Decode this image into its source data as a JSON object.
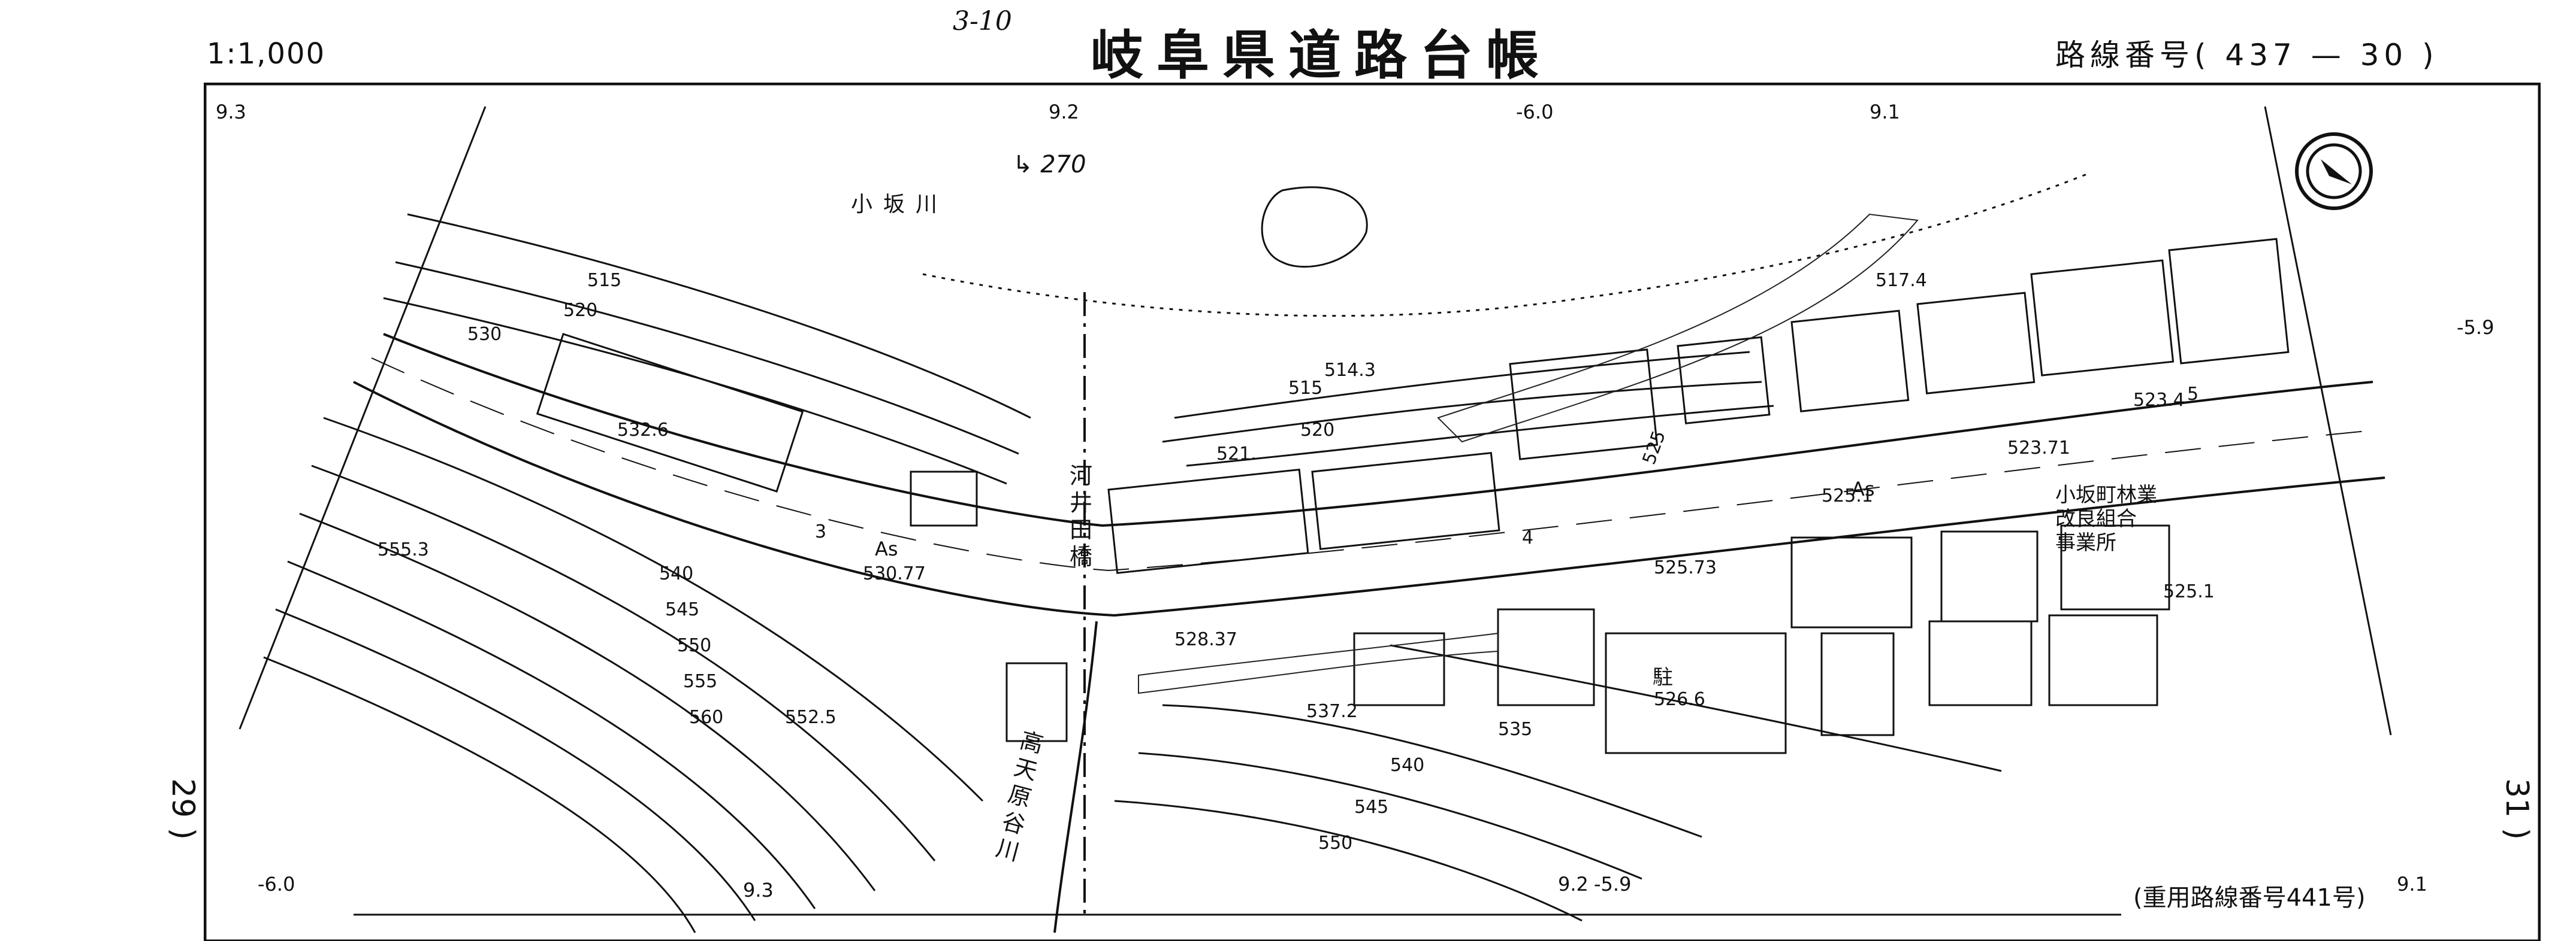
{
  "header": {
    "scale": "1:1,000",
    "handwritten_date": "3-10",
    "title": "岐阜県道路台帳",
    "route_number": "路線番号( 437 — 30 )"
  },
  "edges": {
    "prev_sheet": "29 )",
    "next_sheet": "31 )",
    "footnote": "(重用路線番号441号)"
  },
  "map": {
    "river_label": "小坂川",
    "handwritten_note": "↳ 270",
    "bridge_label": "河井田橋",
    "stream_label": "高天原谷川",
    "office_label": [
      "小坂町林業",
      "改良組合",
      "事業所"
    ],
    "parking_symbol": "駐",
    "road_surface": "As",
    "spot_heights": [
      "532.6",
      "530.77",
      "555.3",
      "552.5",
      "514.3",
      "521.",
      "528.37",
      "537.2",
      "525.1",
      "525.73",
      "526.6",
      "523.71",
      "523.4",
      "517.4",
      "525.1"
    ],
    "contour_labels": [
      "515",
      "520",
      "530",
      "540",
      "545",
      "550",
      "555",
      "560",
      "535",
      "540",
      "545",
      "550",
      "515",
      "520",
      "525"
    ],
    "station_marks": [
      "9.3",
      "9.2",
      "-6.0",
      "9.1",
      "-5.9",
      "-6.0",
      "9.3",
      "9.2",
      "-5.9",
      "9.1"
    ],
    "road_numbers": [
      "3",
      "4",
      "5"
    ],
    "north_arrow": "north-arrow"
  },
  "colors": {
    "ink": "#111111",
    "paper": "#ffffff",
    "hatch": "#222222"
  }
}
